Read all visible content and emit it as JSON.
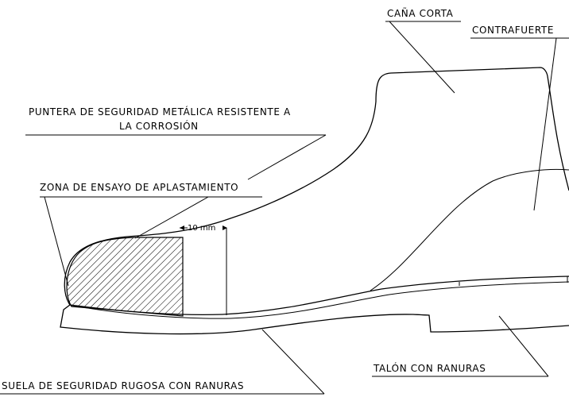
{
  "labels": {
    "cana": "CAÑA CORTA",
    "contrafuerte": "CONTRAFUERTE",
    "puntera_line1": "PUNTERA DE SEGURIDAD METÁLICA RESISTENTE A",
    "puntera_line2": "LA CORROSIÓN",
    "zona": "ZONA DE ENSAYO DE APLASTAMIENTO",
    "dimension": "10 mm",
    "talon": "TALÓN CON RANURAS",
    "suela": "SUELA DE SEGURIDAD RUGOSA CON RANURAS"
  },
  "colors": {
    "line": "#000000",
    "background": "#ffffff",
    "hatch": "#000000"
  }
}
